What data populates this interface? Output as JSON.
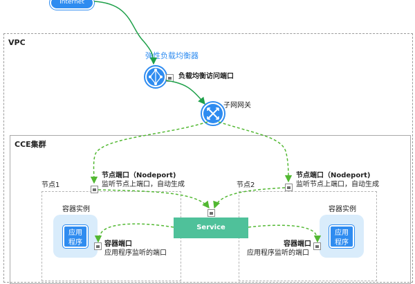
{
  "internet": {
    "label": "Internet"
  },
  "vpc": {
    "label": "VPC"
  },
  "elb": {
    "label": "弹性负载均衡器",
    "port_label": "负载均衡访问端口"
  },
  "subnet_gateway": {
    "label": "子网网关"
  },
  "cce_cluster": {
    "label": "CCE集群"
  },
  "nodes": [
    {
      "label": "节点1",
      "port_title": "节点端口（Nodeport)",
      "port_desc": "监听节点上端口，自动生成",
      "container": {
        "label": "容器实例",
        "app_label": "应用\n程序",
        "port_title": "容器端口",
        "port_desc": "应用程序监听的端口"
      }
    },
    {
      "label": "节点2",
      "port_title": "节点端口（Nodeport)",
      "port_desc": "监听节点上端口，自动生成",
      "container": {
        "label": "容器实例",
        "app_label": "应用\n程序",
        "port_title": "容器端口",
        "port_desc": "应用程序监听的端口"
      }
    }
  ],
  "service": {
    "label": "Service"
  },
  "colors": {
    "accent_blue": "#2f8cf0",
    "service_green": "#4fc19a",
    "solid_arrow": "#1fa04a",
    "dashed_arrow": "#52b832",
    "container_bg": "#d9ecfb"
  },
  "icons": {
    "elb": "load-balancer-icon",
    "gateway": "gateway-router-icon",
    "port": "port-icon"
  }
}
